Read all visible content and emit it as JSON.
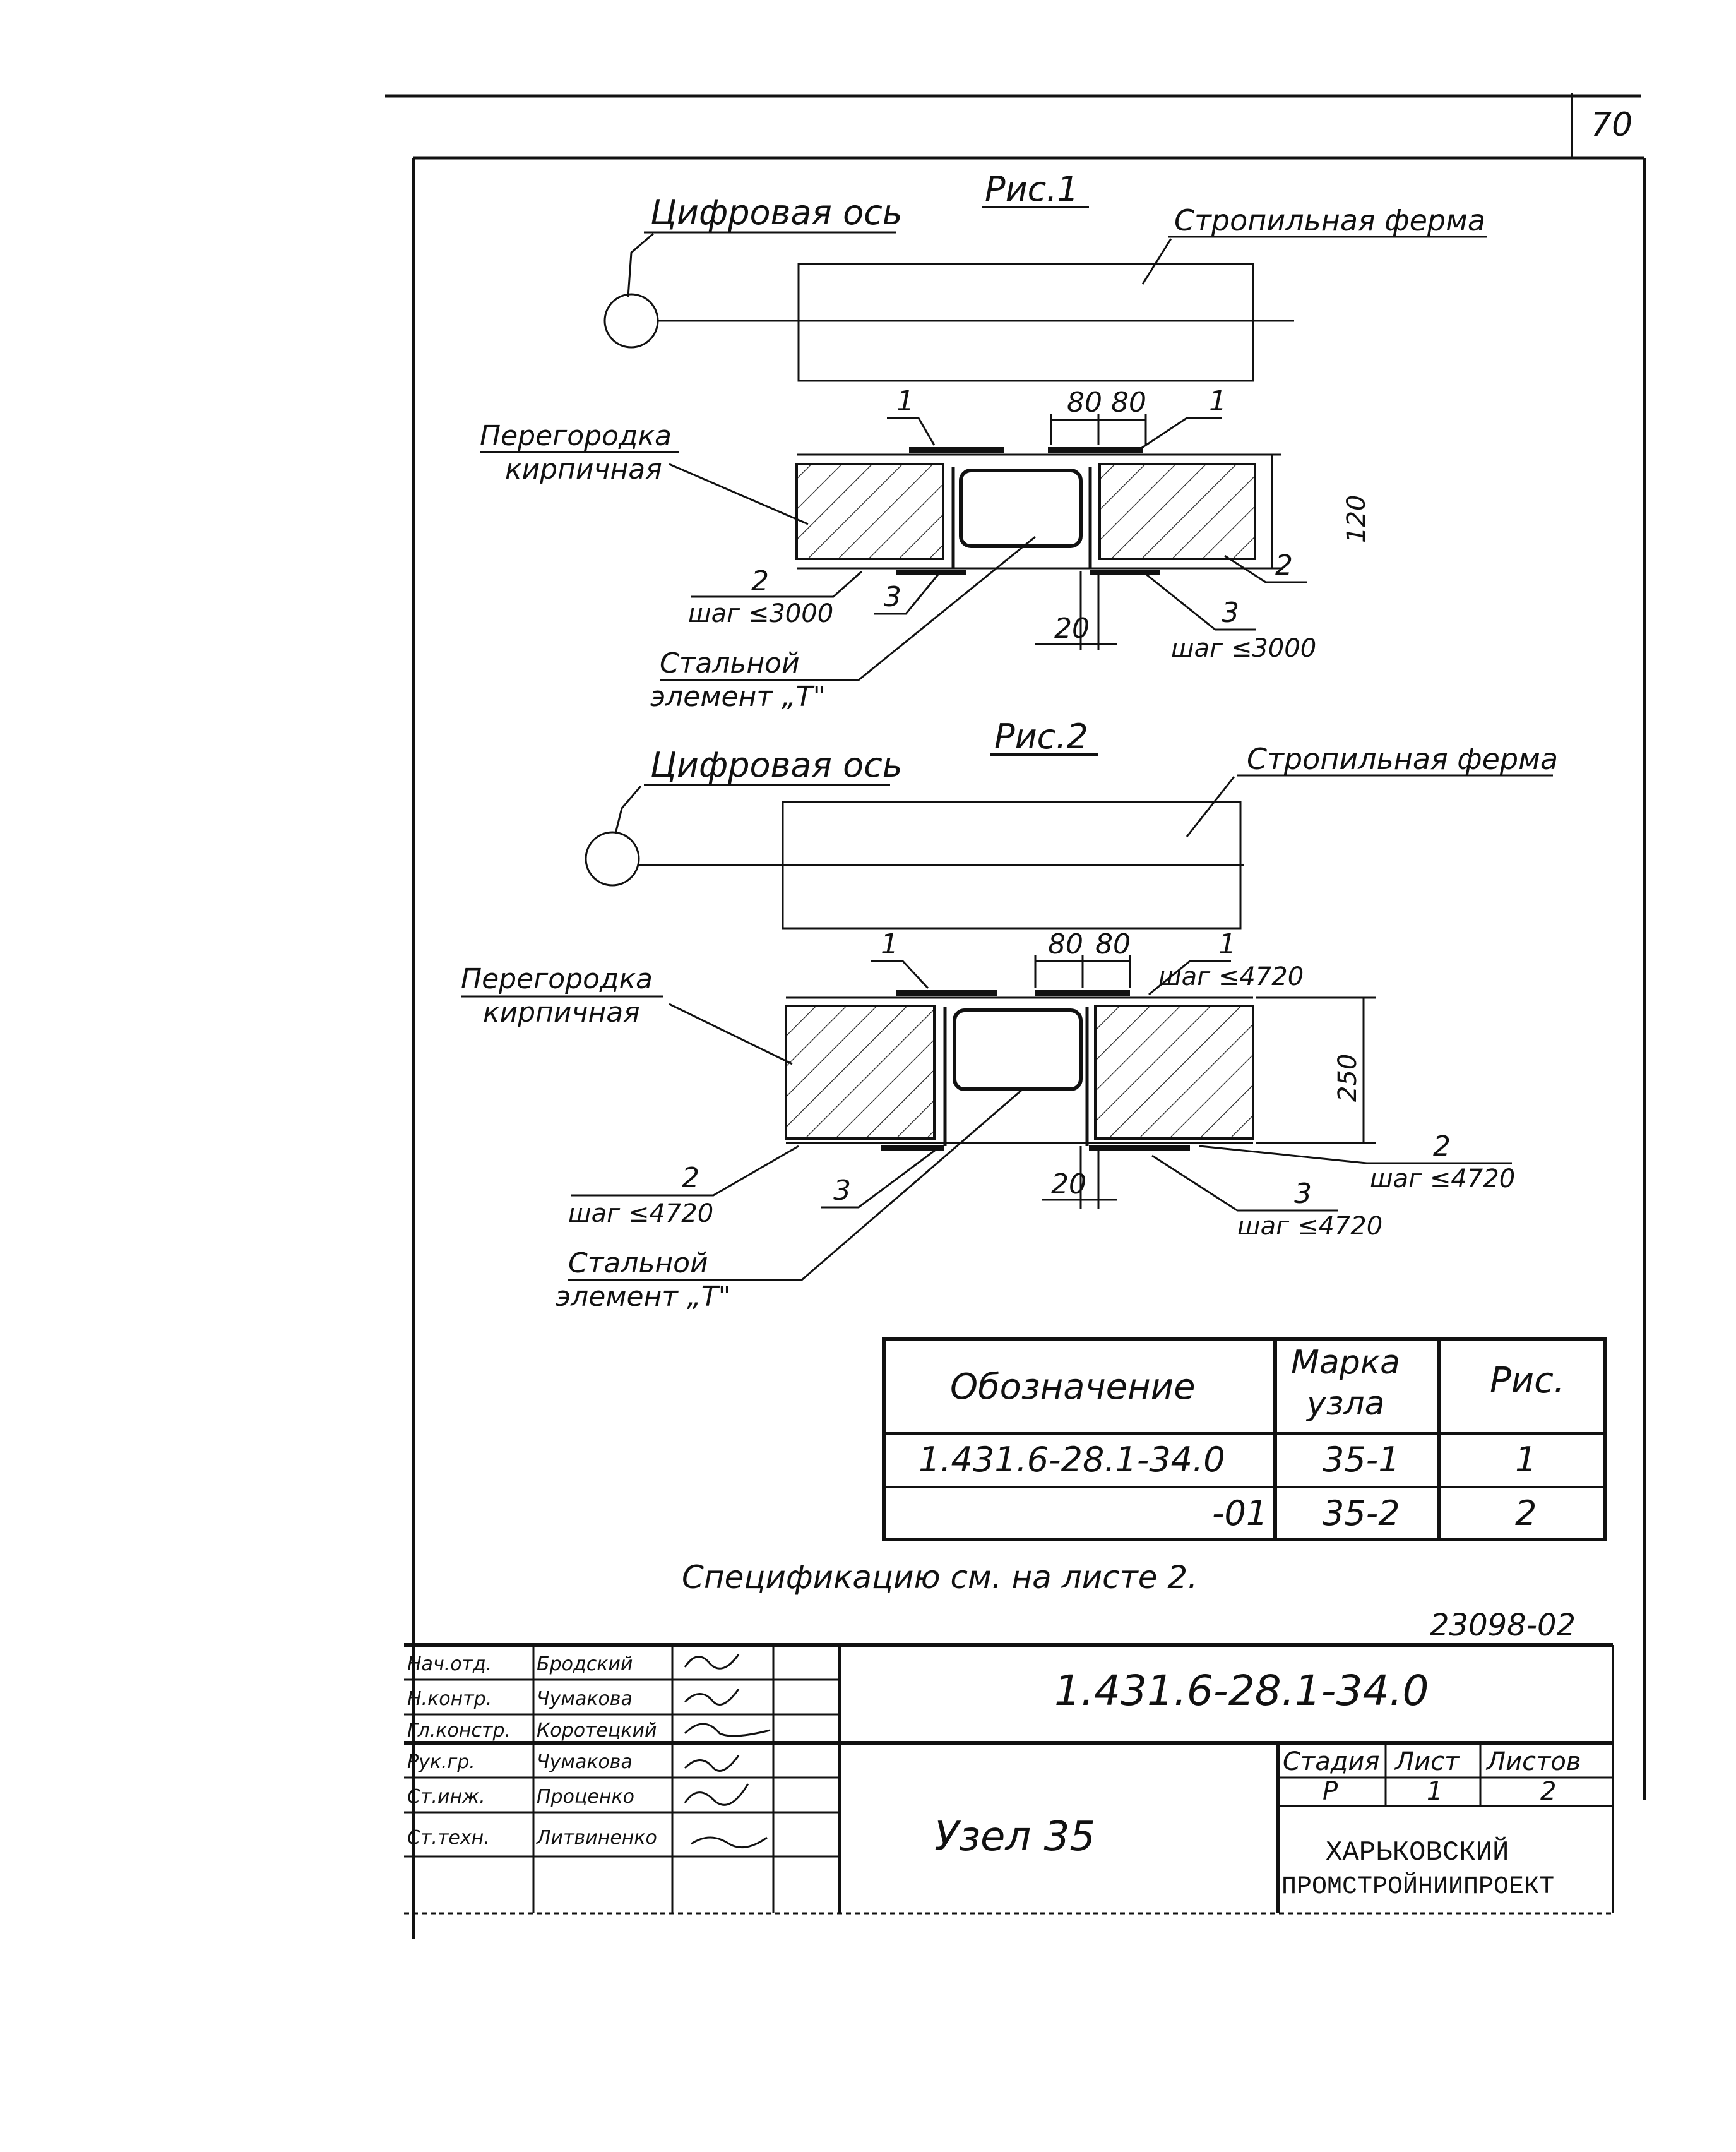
{
  "sheet_number": "70",
  "fig1": {
    "title": "Рис.1",
    "axis_label": "Цифровая ось",
    "truss_label": "Стропильная ферма",
    "partition_label_1": "Перегородка",
    "partition_label_2": "кирпичная",
    "callout_1_left": "1",
    "callout_1_right": "1",
    "dim_80_a": "80",
    "dim_80_b": "80",
    "dim_height": "120",
    "callout_2_left": "2",
    "step_2_left": "шаг ≤3000",
    "callout_3_left": "3",
    "callout_2_right": "2",
    "callout_3_right": "3",
    "step_3_right": "шаг ≤3000",
    "dim_20": "20",
    "steel_1": "Стальной",
    "steel_2": "элемент „Т\""
  },
  "fig2": {
    "title": "Рис.2",
    "axis_label": "Цифровая ось",
    "truss_label": "Стропильная ферма",
    "partition_label_1": "Перегородка",
    "partition_label_2": "кирпичная",
    "callout_1_left": "1",
    "callout_1_right": "1",
    "step_1_right": "шаг ≤4720",
    "dim_80_a": "80",
    "dim_80_b": "80",
    "dim_height": "250",
    "callout_2_left": "2",
    "step_2_left": "шаг ≤4720",
    "callout_3_left": "3",
    "callout_2_right": "2",
    "step_2_right": "шаг ≤4720",
    "callout_3_right": "3",
    "step_3_right": "шаг ≤4720",
    "dim_20": "20",
    "steel_1": "Стальной",
    "steel_2": "элемент „Т\""
  },
  "table": {
    "headers": [
      "Обозначение",
      "Марка",
      "узла",
      "Рис."
    ],
    "rows": [
      [
        "1.431.6-28.1-34.0",
        "35-1",
        "1"
      ],
      [
        "-01",
        "35-2",
        "2"
      ]
    ]
  },
  "spec_note": "Спецификацию см. на листе 2.",
  "doc_code": "23098-02",
  "title_block": {
    "designation": "1.431.6-28.1-34.0",
    "node_name": "Узел 35",
    "stage_header": "Стадия",
    "sheet_header": "Лист",
    "sheets_header": "Листов",
    "stage": "Р",
    "sheet": "1",
    "sheets": "2",
    "org_line1": "ХАРЬКОВСКИЙ",
    "org_line2": "ПРОМСТРОЙНИИПРОЕКТ",
    "signers": [
      {
        "role": "Нач.отд.",
        "name": "Бродский"
      },
      {
        "role": "Н.контр.",
        "name": "Чумакова"
      },
      {
        "role": "Гл.констр.",
        "name": "Коротецкий"
      },
      {
        "role": "Рук.гр.",
        "name": "Чумакова"
      },
      {
        "role": "Ст.инж.",
        "name": "Проценко"
      },
      {
        "role": "Ст.техн.",
        "name": "Литвиненко"
      }
    ]
  }
}
